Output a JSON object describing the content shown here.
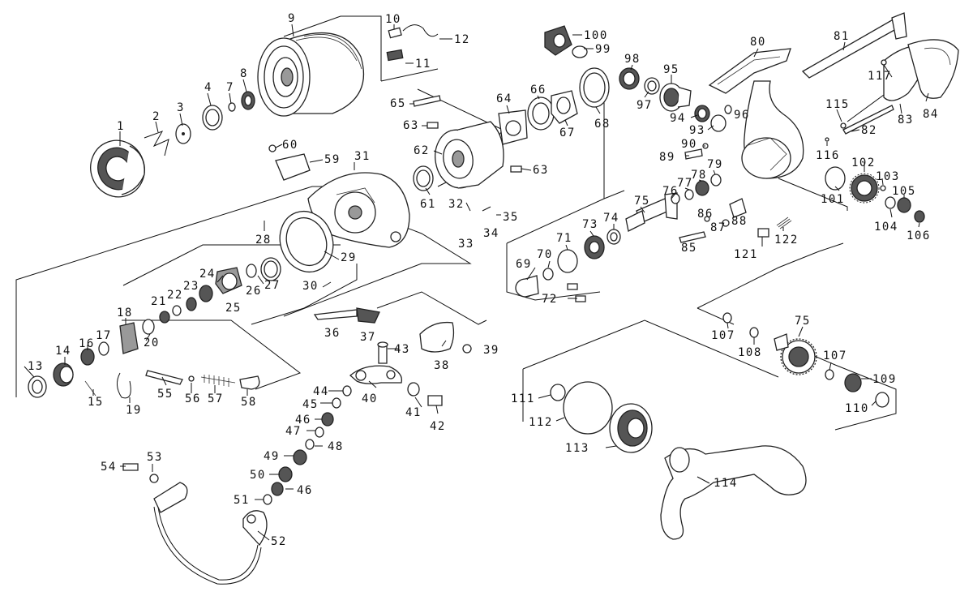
{
  "labels": {
    "p1": "1",
    "p2": "2",
    "p3": "3",
    "p4": "4",
    "p7": "7",
    "p8": "8",
    "p9": "9",
    "p10": "10",
    "p11": "11",
    "p12": "12",
    "p13": "13",
    "p14": "14",
    "p15": "15",
    "p16": "16",
    "p17": "17",
    "p18": "18",
    "p19": "19",
    "p20": "20",
    "p21": "21",
    "p22": "22",
    "p23": "23",
    "p24": "24",
    "p25": "25",
    "p26": "26",
    "p27": "27",
    "p28": "28",
    "p29": "29",
    "p30": "30",
    "p31": "31",
    "p32": "32",
    "p33": "33",
    "p34": "34",
    "p35": "35",
    "p36": "36",
    "p37": "37",
    "p38": "38",
    "p39": "39",
    "p40": "40",
    "p41": "41",
    "p42": "42",
    "p43": "43",
    "p44": "44",
    "p45": "45",
    "p46a": "46",
    "p46b": "46",
    "p47": "47",
    "p48": "48",
    "p49": "49",
    "p50": "50",
    "p51": "51",
    "p52": "52",
    "p53": "53",
    "p54": "54",
    "p55": "55",
    "p56": "56",
    "p57": "57",
    "p58": "58",
    "p59": "59",
    "p60": "60",
    "p61": "61",
    "p62": "62",
    "p63a": "63",
    "p63b": "63",
    "p64": "64",
    "p65": "65",
    "p66": "66",
    "p67": "67",
    "p68": "68",
    "p69": "69",
    "p70": "70",
    "p71": "71",
    "p72": "72",
    "p73": "73",
    "p74": "74",
    "p75a": "75",
    "p75b": "75",
    "p76": "76",
    "p77": "77",
    "p78": "78",
    "p79": "79",
    "p80": "80",
    "p81": "81",
    "p82": "82",
    "p83": "83",
    "p84": "84",
    "p85": "85",
    "p86": "86",
    "p87": "87",
    "p88": "88",
    "p89": "89",
    "p90": "90",
    "p93": "93",
    "p94": "94",
    "p95": "95",
    "p96": "96",
    "p97": "97",
    "p98": "98",
    "p99": "99",
    "p100": "100",
    "p101": "101",
    "p102": "102",
    "p103": "103",
    "p104": "104",
    "p105": "105",
    "p106": "106",
    "p107a": "107",
    "p107b": "107",
    "p108": "108",
    "p109": "109",
    "p110": "110",
    "p111": "111",
    "p112": "112",
    "p113": "113",
    "p114": "114",
    "p115": "115",
    "p116": "116",
    "p117": "117",
    "p121": "121",
    "p122": "122"
  }
}
